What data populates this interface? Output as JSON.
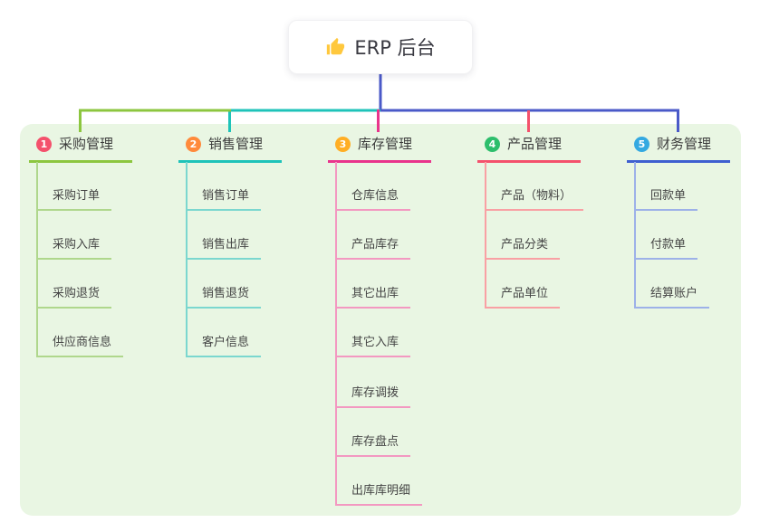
{
  "root": {
    "title": "ERP 后台",
    "icon": "thumbs-up-icon",
    "icon_color": "#FFC83D"
  },
  "panel": {
    "background": "#E9F6E3"
  },
  "connector_colors": {
    "root_line": "#4A59C8",
    "segment_to_branch1": "#8CC63F",
    "segment_to_branch2": "#1EC3B9",
    "segment_right": "#4A59C8",
    "drop_branch3": "#E9348C",
    "drop_branch4": "#F4516C"
  },
  "branches": [
    {
      "number": "1",
      "title": "采购管理",
      "badge_color": "#F4516C",
      "line_color": "#8CC63F",
      "light_line_color": "#AFD78C",
      "items": [
        "采购订单",
        "采购入库",
        "采购退货",
        "供应商信息"
      ]
    },
    {
      "number": "2",
      "title": "销售管理",
      "badge_color": "#FF8A3B",
      "line_color": "#1EC3B9",
      "light_line_color": "#7BD7CF",
      "items": [
        "销售订单",
        "销售出库",
        "销售退货",
        "客户信息"
      ]
    },
    {
      "number": "3",
      "title": "库存管理",
      "badge_color": "#FFAE24",
      "line_color": "#E9348C",
      "light_line_color": "#F398C1",
      "items": [
        "仓库信息",
        "产品库存",
        "其它出库",
        "其它入库",
        "库存调拨",
        "库存盘点",
        "出库库明细"
      ]
    },
    {
      "number": "4",
      "title": "产品管理",
      "badge_color": "#2DBE6C",
      "line_color": "#F4516C",
      "light_line_color": "#F9A0A4",
      "items": [
        "产品（物料）",
        "产品分类",
        "产品单位"
      ]
    },
    {
      "number": "5",
      "title": "财务管理",
      "badge_color": "#35A9E1",
      "line_color": "#3E5FD0",
      "light_line_color": "#9DB1E8",
      "items": [
        "回款单",
        "付款单",
        "结算账户"
      ]
    }
  ]
}
